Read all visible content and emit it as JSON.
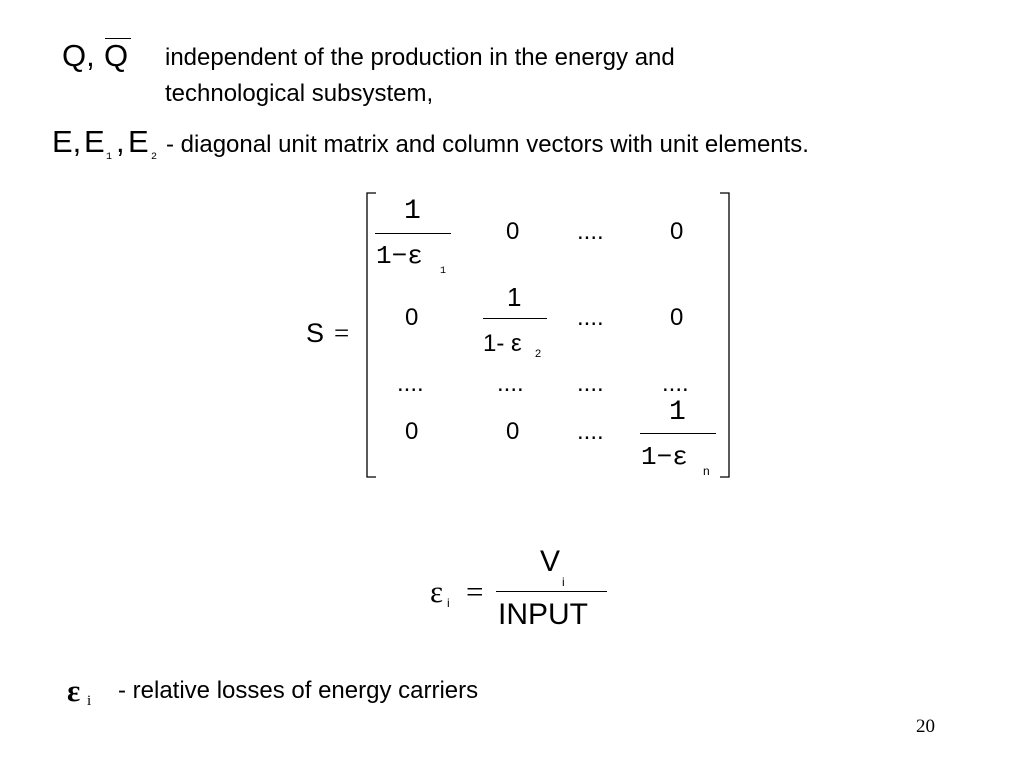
{
  "line1": {
    "symbol_q": "Q,",
    "symbol_qbar": "Q",
    "text_a": "independent of the production in the energy and",
    "text_b": "technological subsystem,"
  },
  "line2": {
    "e": "E,",
    "e1": "E",
    "e1_sub": "1",
    "comma": ",",
    "e2": "E",
    "e2_sub": "2",
    "text": "- diagonal unit matrix and column vectors with unit elements."
  },
  "matrix": {
    "lhs": "S",
    "eq": "=",
    "r1c1_num": "1",
    "r1c1_den": "1−ε",
    "r1c1_sub": "1",
    "r1c2": "0",
    "r1c3": "....",
    "r1c4": "0",
    "r2c1": "0",
    "r2c2_num": "1",
    "r2c2_den": "1- ε",
    "r2c2_sub": "2",
    "r2c3": "....",
    "r2c4": "0",
    "r3c1": "....",
    "r3c2": "....",
    "r3c3": "....",
    "r3c4": "....",
    "r4c1": "0",
    "r4c2": "0",
    "r4c3": "....",
    "r4c4_num": "1",
    "r4c4_den": "1−ε",
    "r4c4_sub": "n"
  },
  "formula": {
    "eps": "ε",
    "eps_sub": "i",
    "eq": "=",
    "num": "V",
    "num_sub": "i",
    "den": "INPUT"
  },
  "legend": {
    "eps": "ε",
    "eps_sub": "i",
    "text": "- relative losses of energy carriers"
  },
  "page_number": "20"
}
